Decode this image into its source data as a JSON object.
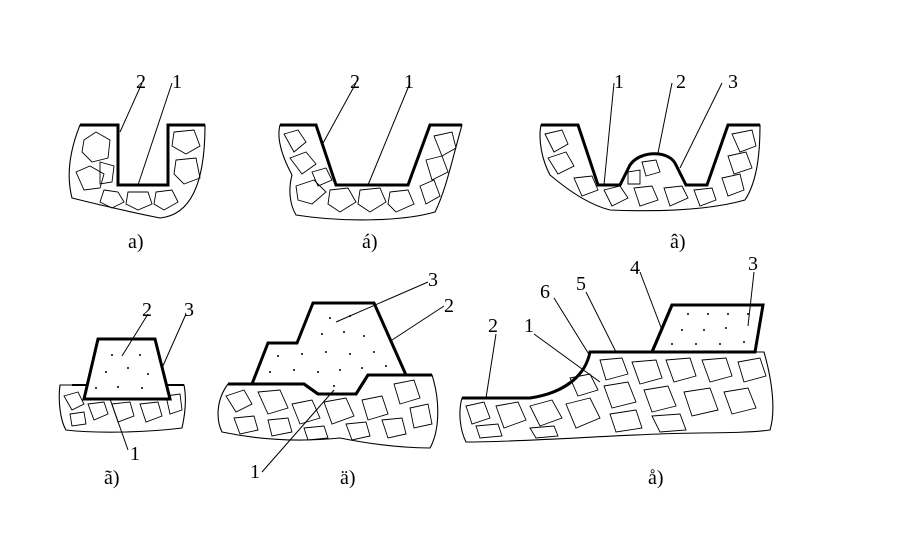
{
  "figure": {
    "panels": [
      {
        "id": "a",
        "caption": "а)",
        "labels": [
          "2",
          "1"
        ]
      },
      {
        "id": "b",
        "caption": "á)",
        "labels": [
          "2",
          "1"
        ]
      },
      {
        "id": "c",
        "caption": "â)",
        "labels": [
          "1",
          "2",
          "3"
        ]
      },
      {
        "id": "d",
        "caption": "ã)",
        "labels": [
          "2",
          "3",
          "1"
        ]
      },
      {
        "id": "e",
        "caption": "ä)",
        "labels": [
          "3",
          "2",
          "1"
        ]
      },
      {
        "id": "f",
        "caption": "å)",
        "labels": [
          "4",
          "3",
          "6",
          "5",
          "2",
          "1"
        ]
      }
    ]
  }
}
